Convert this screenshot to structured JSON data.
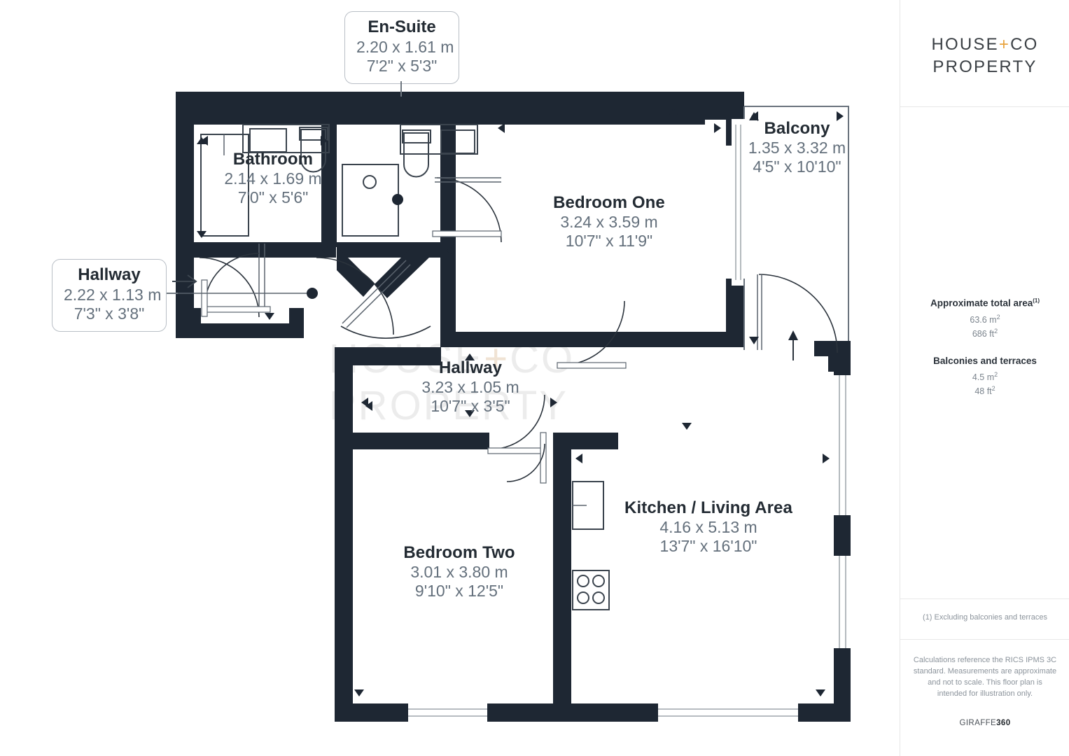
{
  "brand": {
    "line1_a": "HOUSE",
    "line1_plus": "+",
    "line1_b": "CO",
    "line2": "PROPERTY"
  },
  "watermark": {
    "line1_a": "HOUSE",
    "line1_plus": "+",
    "line1_b": "CO",
    "line2": "PROPERTY"
  },
  "rooms": [
    {
      "id": "en-suite",
      "name": "En-Suite",
      "metric": "2.20 x 1.61 m",
      "imperial": "7'2\" x 5'3\"",
      "style": "callout"
    },
    {
      "id": "bathroom",
      "name": "Bathroom",
      "metric": "2.14 x 1.69 m",
      "imperial": "7'0\" x 5'6\"",
      "style": "plain"
    },
    {
      "id": "hallway-entrance",
      "name": "Hallway",
      "metric": "2.22 x 1.13 m",
      "imperial": "7'3\" x 3'8\"",
      "style": "callout"
    },
    {
      "id": "bedroom-one",
      "name": "Bedroom One",
      "metric": "3.24 x 3.59 m",
      "imperial": "10'7\" x 11'9\"",
      "style": "plain"
    },
    {
      "id": "balcony",
      "name": "Balcony",
      "metric": "1.35 x 3.32 m",
      "imperial": "4'5\" x 10'10\"",
      "style": "plain"
    },
    {
      "id": "hallway-inner",
      "name": "Hallway",
      "metric": "3.23 x 1.05 m",
      "imperial": "10'7\" x 3'5\"",
      "style": "plain"
    },
    {
      "id": "kitchen-living",
      "name": "Kitchen / Living Area",
      "metric": "4.16 x 5.13 m",
      "imperial": "13'7\" x 16'10\"",
      "style": "plain"
    },
    {
      "id": "bedroom-two",
      "name": "Bedroom Two",
      "metric": "3.01 x 3.80 m",
      "imperial": "9'10\" x 12'5\"",
      "style": "plain"
    }
  ],
  "totals": {
    "total_heading": "Approximate total area",
    "total_heading_sup": "(1)",
    "total_m2_num": "63.6 m",
    "total_m2_sup": "2",
    "total_ft2_num": "686 ft",
    "total_ft2_sup": "2",
    "balcony_heading": "Balconies and terraces",
    "balcony_m2_num": "4.5 m",
    "balcony_m2_sup": "2",
    "balcony_ft2_num": "48 ft",
    "balcony_ft2_sup": "2"
  },
  "footnote": "(1) Excluding balconies and terraces",
  "disclaimer": "Calculations reference the RICS IPMS 3C standard. Measurements are approximate and not to scale. This floor plan is intended for illustration only.",
  "giraffe": {
    "word": "GIRAFFE",
    "num": "360"
  },
  "colors": {
    "wall": "#1e2733",
    "accent_plus": "#e8a33d",
    "label_name": "#232b33",
    "label_dim": "#64707c",
    "fixture_line": "#3a434d"
  },
  "icons": {
    "entrance_arrow": "entrance-arrow-icon",
    "balcony_arrow": "balcony-entry-arrow-icon"
  }
}
